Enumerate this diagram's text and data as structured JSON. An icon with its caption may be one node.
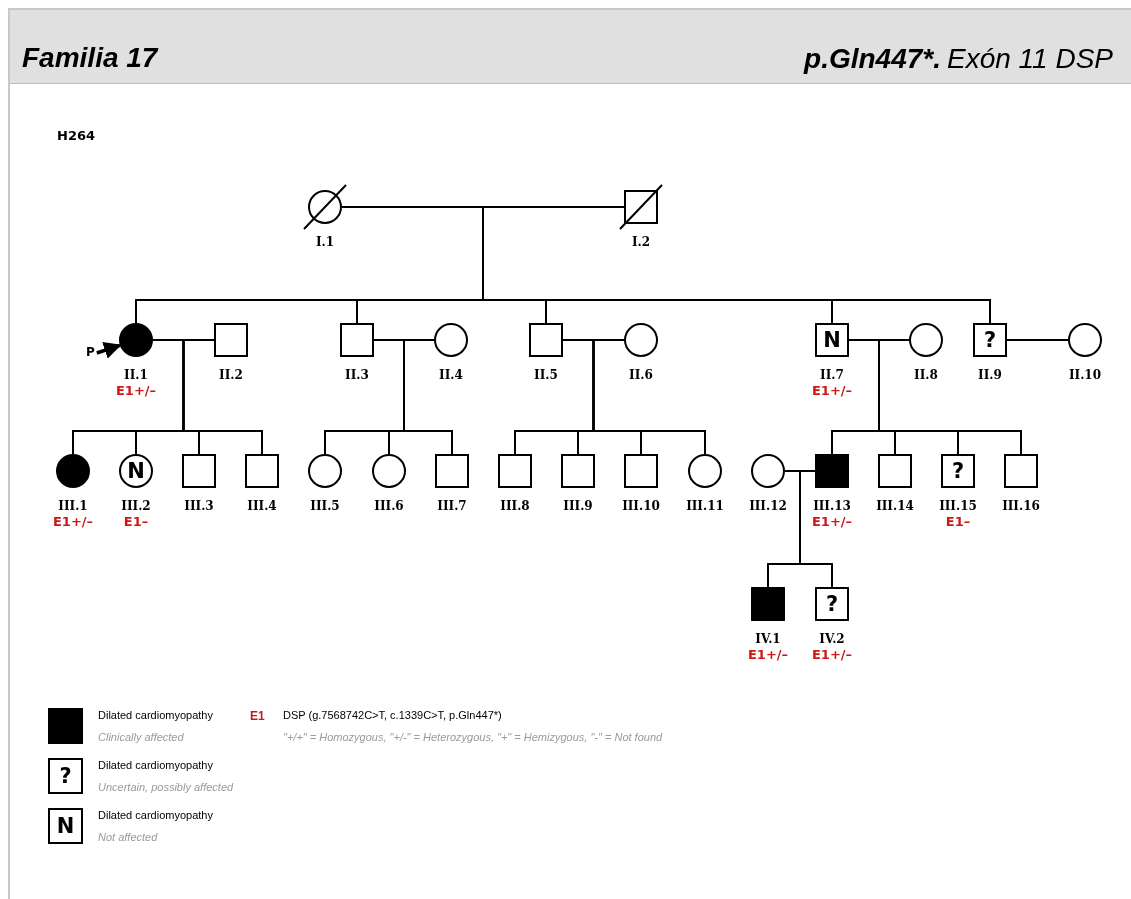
{
  "diagram": {
    "title": "Familia 17",
    "nodes": [
      {
        "text": [],
        "shape": "circle",
        "beside": [
          "I.1"
        ]
      },
      {
        "text": [],
        "shape": "box",
        "beside": [
          "I.2"
        ]
      },
      {
        "text": [
          "P"
        ]
      },
      {
        "text": [],
        "shape": "circle",
        "beside": [
          "II.1",
          "E1+/–"
        ]
      },
      {
        "text": [],
        "shape": "box",
        "beside": [
          "II.2"
        ]
      },
      {
        "text": [],
        "shape": "box",
        "beside": [
          "II.3"
        ]
      },
      {
        "text": [],
        "shape": "circle",
        "beside": [
          "II.4"
        ]
      },
      {
        "text": [],
        "shape": "box",
        "beside": [
          "II.5"
        ]
      },
      {
        "text": [],
        "shape": "circle",
        "beside": [
          "II.6"
        ]
      },
      {
        "text": [
          "N"
        ],
        "beside": [
          "II.7",
          "E1+/–"
        ]
      },
      {
        "text": [],
        "shape": "circle",
        "beside": [
          "II.8"
        ]
      },
      {
        "text": [
          "?"
        ],
        "beside": [
          "II.9"
        ]
      },
      {
        "text": [],
        "shape": "circle",
        "beside": [
          "II.10"
        ]
      },
      {
        "text": [],
        "shape": "circle",
        "beside": [
          "III.1",
          "E1+/–"
        ]
      },
      {
        "text": [
          "N"
        ],
        "beside": [
          "III.2",
          "E1–"
        ]
      },
      {
        "text": [],
        "shape": "box",
        "beside": [
          "III.3"
        ]
      },
      {
        "text": [],
        "shape": "box",
        "beside": [
          "III.4"
        ]
      },
      {
        "text": [],
        "shape": "circle",
        "beside": [
          "III.5"
        ]
      },
      {
        "text": [],
        "shape": "circle",
        "beside": [
          "III.6"
        ]
      },
      {
        "text": [],
        "shape": "box",
        "beside": [
          "III.7"
        ]
      },
      {
        "text": [],
        "shape": "box",
        "beside": [
          "III.8"
        ]
      },
      {
        "text": [],
        "shape": "box",
        "beside": [
          "III.9"
        ]
      },
      {
        "text": [],
        "shape": "box",
        "beside": [
          "III.10"
        ]
      },
      {
        "text": [],
        "shape": "circle",
        "beside": [
          "III.11"
        ]
      },
      {
        "text": [],
        "shape": "circle",
        "beside": [
          "III.12"
        ]
      },
      {
        "text": [],
        "shape": "box",
        "beside": [
          "III.13",
          "E1+/–"
        ]
      },
      {
        "text": [],
        "shape": "box",
        "beside": [
          "III.14"
        ]
      },
      {
        "text": [
          "?"
        ],
        "beside": [
          "III.15",
          "E1–"
        ]
      },
      {
        "text": [],
        "shape": "box",
        "beside": [
          "III.16"
        ]
      },
      {
        "text": [],
        "shape": "box",
        "beside": [
          "IV.1",
          "E1+/–"
        ]
      },
      {
        "text": [
          "?"
        ],
        "beside": [
          "IV.2",
          "E1+/–"
        ]
      }
    ],
    "edges": [
      {
        "from": 0,
        "to": 1,
        "arrow": "none"
      },
      {
        "from": 0,
        "to": 3,
        "arrow": "none"
      },
      {
        "from": 1,
        "to": 3,
        "arrow": "none"
      },
      {
        "from": 0,
        "to": 5,
        "arrow": "none"
      },
      {
        "from": 1,
        "to": 5,
        "arrow": "none"
      },
      {
        "from": 0,
        "to": 7,
        "arrow": "none"
      },
      {
        "from": 1,
        "to": 7,
        "arrow": "none"
      },
      {
        "from": 0,
        "to": 9,
        "arrow": "none"
      },
      {
        "from": 1,
        "to": 9,
        "arrow": "none"
      },
      {
        "from": 0,
        "to": 11,
        "arrow": "none"
      },
      {
        "from": 1,
        "to": 11,
        "arrow": "none"
      },
      {
        "from": 2,
        "to": 3,
        "arrow": "to"
      },
      {
        "from": 3,
        "to": 4,
        "arrow": "none"
      },
      {
        "from": 5,
        "to": 6,
        "arrow": "none"
      },
      {
        "from": 7,
        "to": 8,
        "arrow": "none"
      },
      {
        "from": 9,
        "to": 10,
        "arrow": "none"
      },
      {
        "from": 11,
        "to": 12,
        "arrow": "none"
      },
      {
        "from": 3,
        "to": 13,
        "arrow": "none"
      },
      {
        "from": 4,
        "to": 13,
        "arrow": "none"
      },
      {
        "from": 3,
        "to": 14,
        "arrow": "none"
      },
      {
        "from": 4,
        "to": 14,
        "arrow": "none"
      },
      {
        "from": 3,
        "to": 15,
        "arrow": "none"
      },
      {
        "from": 4,
        "to": 15,
        "arrow": "none"
      },
      {
        "from": 3,
        "to": 16,
        "arrow": "none"
      },
      {
        "from": 4,
        "to": 16,
        "arrow": "none"
      },
      {
        "from": 5,
        "to": 17,
        "arrow": "none"
      },
      {
        "from": 6,
        "to": 17,
        "arrow": "none"
      },
      {
        "from": 5,
        "to": 18,
        "arrow": "none"
      },
      {
        "from": 6,
        "to": 18,
        "arrow": "none"
      },
      {
        "from": 5,
        "to": 19,
        "arrow": "none"
      },
      {
        "from": 6,
        "to": 19,
        "arrow": "none"
      },
      {
        "from": 7,
        "to": 20,
        "arrow": "none"
      },
      {
        "from": 8,
        "to": 20,
        "arrow": "none"
      },
      {
        "from": 7,
        "to": 21,
        "arrow": "none"
      },
      {
        "from": 8,
        "to": 21,
        "arrow": "none"
      },
      {
        "from": 7,
        "to": 22,
        "arrow": "none"
      },
      {
        "from": 8,
        "to": 22,
        "arrow": "none"
      },
      {
        "from": 7,
        "to": 23,
        "arrow": "none"
      },
      {
        "from": 8,
        "to": 23,
        "arrow": "none"
      },
      {
        "from": 9,
        "to": 25,
        "arrow": "none"
      },
      {
        "from": 10,
        "to": 25,
        "arrow": "none"
      },
      {
        "from": 9,
        "to": 26,
        "arrow": "none"
      },
      {
        "from": 10,
        "to": 26,
        "arrow": "none"
      },
      {
        "from": 9,
        "to": 27,
        "arrow": "none"
      },
      {
        "from": 10,
        "to": 27,
        "arrow": "none"
      },
      {
        "from": 9,
        "to": 28,
        "arrow": "none"
      },
      {
        "from": 10,
        "to": 28,
        "arrow": "none"
      },
      {
        "from": 24,
        "to": 25,
        "arrow": "none"
      },
      {
        "from": 24,
        "to": 29,
        "arrow": "none"
      },
      {
        "from": 25,
        "to": 29,
        "arrow": "none"
      },
      {
        "from": 24,
        "to": 30,
        "arrow": "none"
      },
      {
        "from": 25,
        "to": 30,
        "arrow": "none"
      }
    ],
    "labels": [
      "p.Gln447*.",
      "Exón 11 DSP",
      "H264",
      "Clinically affected",
      "E1",
      "DSP (g.7568742C>T, c.1339C>T, p.Gln447*)",
      "\"+/+\" = Homozygous, \"+/-\" = Heterozygous, \"+\" = Hemizygous, \"-\" = Not found",
      "?",
      "Uncertain, possibly affected",
      "N",
      "Not affected"
    ],
    "legend": [
      {
        "text": "Dilated cardiomyopathy"
      },
      {
        "text": "Dilated cardiomyopathy"
      },
      {
        "text": "Dilated cardiomyopathy"
      }
    ]
  }
}
